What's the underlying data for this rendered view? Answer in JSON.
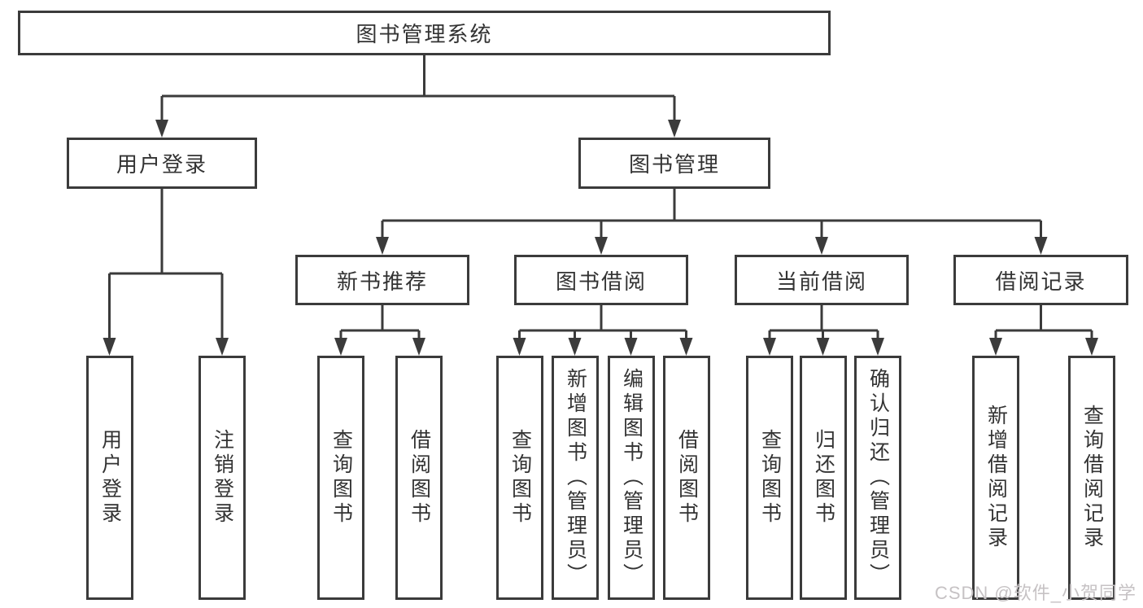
{
  "watermark": "CSDN @软件_小贺同学",
  "colors": {
    "line": "#3b3b3b",
    "text": "#333333",
    "watermark_text": "#c6c2c4",
    "background": "#ffffff"
  },
  "diagram": {
    "root": {
      "label": "图书管理系统"
    },
    "branches": [
      {
        "label": "用户登录",
        "children": [
          "用户登录",
          "注销登录"
        ]
      },
      {
        "label": "图书管理",
        "children": [
          {
            "label": "新书推荐",
            "children": [
              "查询图书",
              "借阅图书"
            ]
          },
          {
            "label": "图书借阅",
            "children": [
              "查询图书",
              "新增图书（管理员）",
              "编辑图书（管理员）",
              "借阅图书"
            ]
          },
          {
            "label": "当前借阅",
            "children": [
              "查询图书",
              "归还图书",
              "确认归还（管理员）"
            ]
          },
          {
            "label": "借阅记录",
            "children": [
              "新增借阅记录",
              "查询借阅记录"
            ]
          }
        ]
      }
    ]
  }
}
